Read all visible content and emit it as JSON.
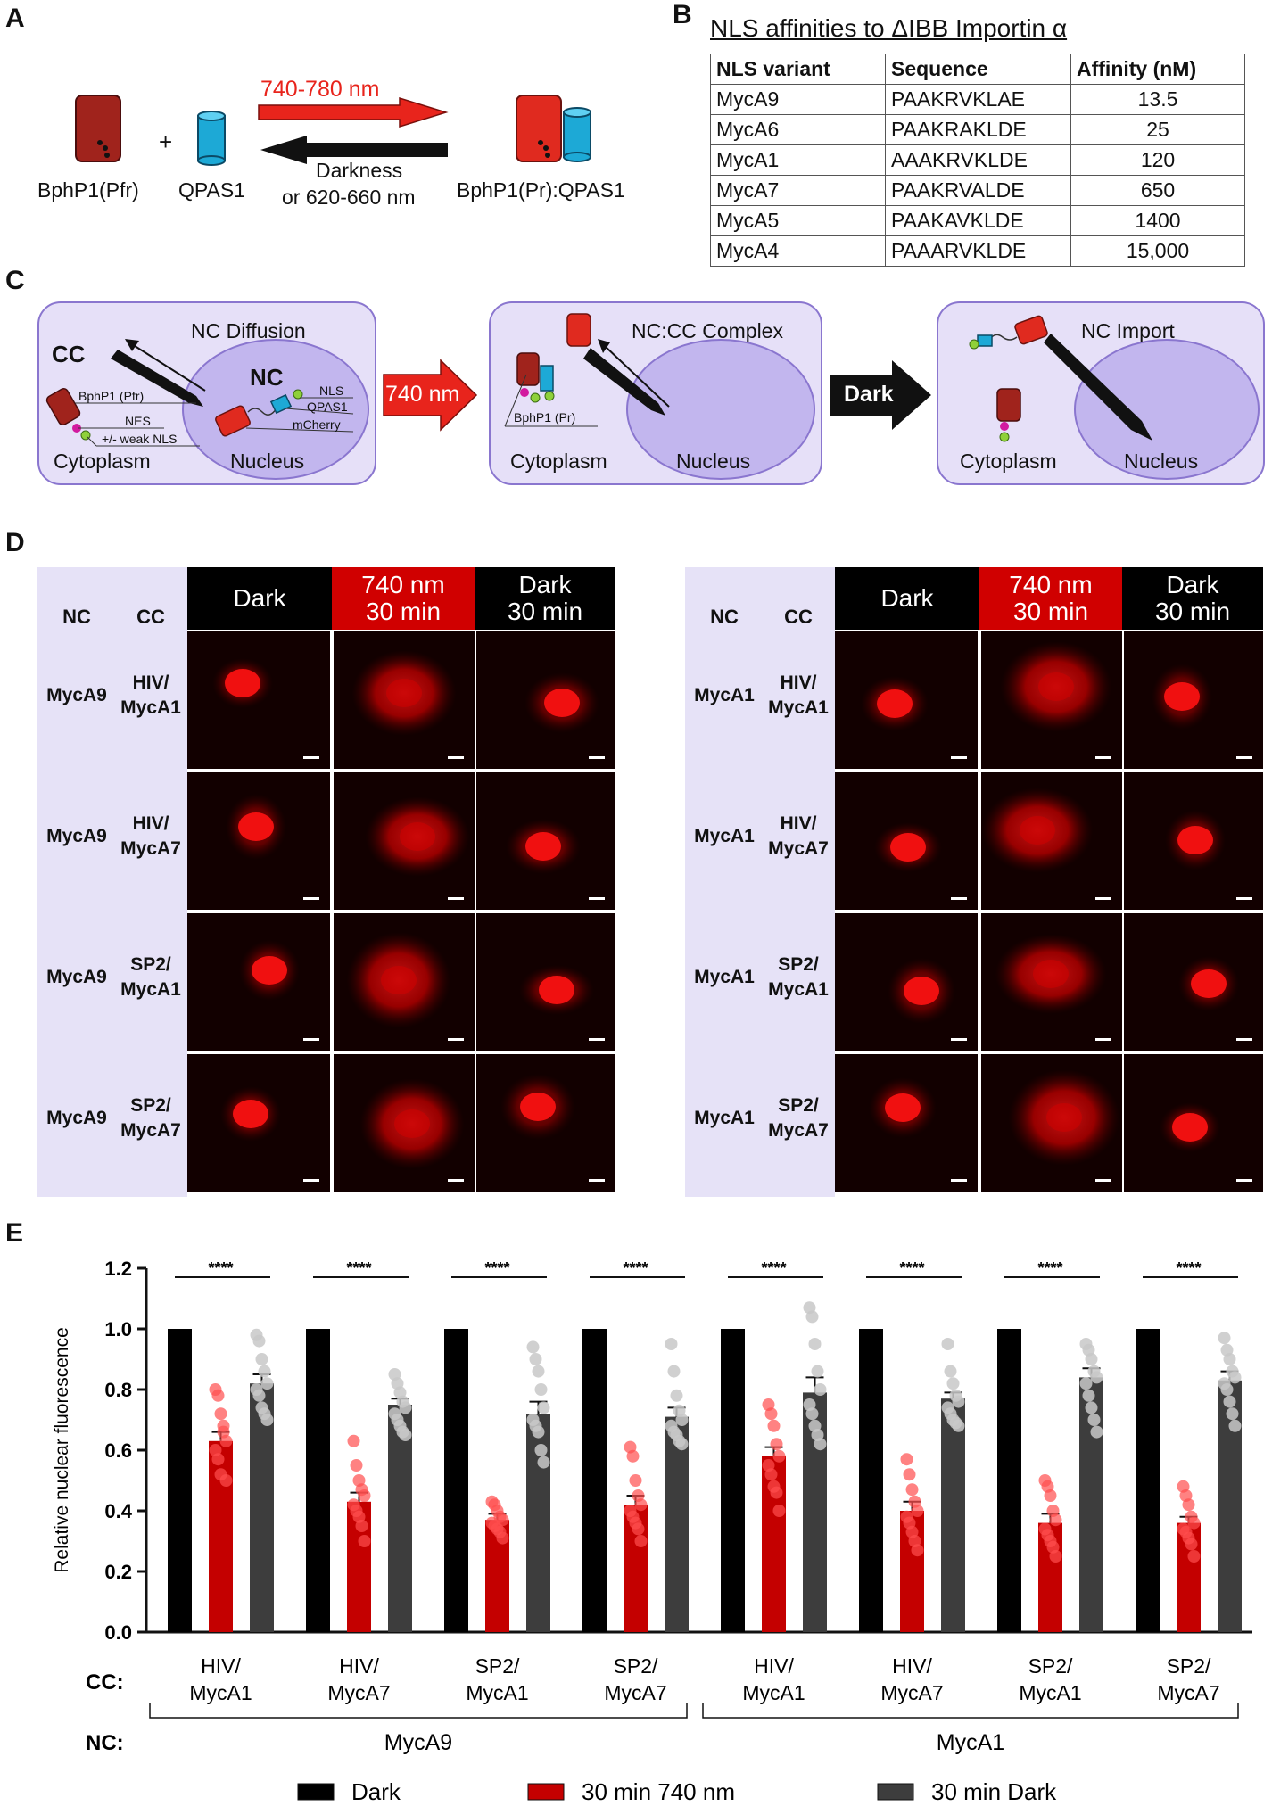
{
  "panels": {
    "a": "A",
    "b": "B",
    "c": "C",
    "d": "D",
    "e": "E"
  },
  "panel_a": {
    "wavelength_forward": "740-780 nm",
    "reverse_line1": "Darkness",
    "reverse_line2": "or 620-660 nm",
    "plus": "+",
    "left_protein": "BphP1(Pfr)",
    "middle_protein": "QPAS1",
    "right_complex": "BphP1(Pr):QPAS1",
    "colors": {
      "bphp1_pfr": "#a0231c",
      "bphp1_pr": "#e02a1f",
      "qpas1": "#1da9d6",
      "red_arrow": "#e8241c"
    }
  },
  "panel_b": {
    "title": "NLS affinities to ΔIBB Importin α",
    "headers": [
      "NLS variant",
      "Sequence",
      "Affinity (nM)"
    ],
    "rows": [
      [
        "MycA9",
        "PAAKRVKLAE",
        "13.5"
      ],
      [
        "MycA6",
        "PAAKRAKLDE",
        "25"
      ],
      [
        "MycA1",
        "AAAKRVKLDE",
        "120"
      ],
      [
        "MycA7",
        "PAAKRVALDE",
        "650"
      ],
      [
        "MycA5",
        "PAAKAVKLDE",
        "1400"
      ],
      [
        "MycA4",
        "PAAARVKLDE",
        "15,000"
      ]
    ]
  },
  "panel_c": {
    "s1_diffusion": "NC Diffusion",
    "s1_cc": "CC",
    "s1_nc": "NC",
    "s1_bphp1": "BphP1 (Pfr)",
    "s1_nes": "NES",
    "s1_weak": "+/- weak NLS",
    "s1_nls": "NLS",
    "s1_qpas1": "QPAS1",
    "s1_mcherry": "mCherry",
    "cytoplasm": "Cytoplasm",
    "nucleus": "Nucleus",
    "arrow1": "740 nm",
    "s2_complex": "NC:CC Complex",
    "s2_bphp1": "BphP1 (Pr)",
    "arrow2": "Dark",
    "s3_import": "NC Import",
    "colors": {
      "cell": "#e6e0f8",
      "nucleus": "#c2b6ee",
      "border": "#8a76cf"
    }
  },
  "panel_d": {
    "col_nc": "NC",
    "col_cc": "CC",
    "h_dark": "Dark",
    "h_740_1": "740 nm",
    "h_740_2": "30 min",
    "h_dark30_1": "Dark",
    "h_dark30_2": "30 min",
    "left_rows": [
      {
        "nc": "MycA9",
        "cc1": "HIV/",
        "cc2": "MycA1"
      },
      {
        "nc": "MycA9",
        "cc1": "HIV/",
        "cc2": "MycA7"
      },
      {
        "nc": "MycA9",
        "cc1": "SP2/",
        "cc2": "MycA1"
      },
      {
        "nc": "MycA9",
        "cc1": "SP2/",
        "cc2": "MycA7"
      }
    ],
    "right_rows": [
      {
        "nc": "MycA1",
        "cc1": "HIV/",
        "cc2": "MycA1"
      },
      {
        "nc": "MycA1",
        "cc1": "HIV/",
        "cc2": "MycA7"
      },
      {
        "nc": "MycA1",
        "cc1": "SP2/",
        "cc2": "MycA1"
      },
      {
        "nc": "MycA1",
        "cc1": "SP2/",
        "cc2": "MycA7"
      }
    ]
  },
  "panel_e": {
    "cc_label": "CC:",
    "nc_label": "NC:",
    "nc_groups": [
      "MycA9",
      "MycA1"
    ],
    "significance": "****",
    "legend": [
      "Dark",
      "30 min 740 nm",
      "30 min Dark"
    ]
  },
  "chart_data": {
    "type": "bar",
    "title": "",
    "ylabel": "Relative nuclear fluorescence",
    "xlabel": "",
    "ylim": [
      0,
      1.2
    ],
    "yticks": [
      "0.0",
      "0.2",
      "0.4",
      "0.6",
      "0.8",
      "1.0",
      "1.2"
    ],
    "categories": [
      [
        "HIV/",
        "MycA1"
      ],
      [
        "HIV/",
        "MycA7"
      ],
      [
        "SP2/",
        "MycA1"
      ],
      [
        "SP2/",
        "MycA7"
      ],
      [
        "HIV/",
        "MycA1"
      ],
      [
        "HIV/",
        "MycA7"
      ],
      [
        "SP2/",
        "MycA1"
      ],
      [
        "SP2/",
        "MycA7"
      ]
    ],
    "series": [
      {
        "name": "Dark",
        "values": [
          1.0,
          1.0,
          1.0,
          1.0,
          1.0,
          1.0,
          1.0,
          1.0
        ],
        "color": "#000000"
      },
      {
        "name": "30 min 740 nm",
        "values": [
          0.63,
          0.43,
          0.37,
          0.42,
          0.58,
          0.4,
          0.36,
          0.36
        ],
        "errors": [
          0.03,
          0.03,
          0.02,
          0.03,
          0.03,
          0.03,
          0.03,
          0.02
        ],
        "color": "#c40000"
      },
      {
        "name": "30 min Dark",
        "values": [
          0.82,
          0.75,
          0.72,
          0.71,
          0.79,
          0.77,
          0.84,
          0.83
        ],
        "errors": [
          0.03,
          0.02,
          0.04,
          0.03,
          0.05,
          0.02,
          0.03,
          0.03
        ],
        "color": "#3d3d3d"
      }
    ],
    "points_740": [
      [
        0.8,
        0.78,
        0.72,
        0.68,
        0.63,
        0.6,
        0.57,
        0.52,
        0.66,
        0.5
      ],
      [
        0.63,
        0.55,
        0.5,
        0.47,
        0.45,
        0.42,
        0.4,
        0.38,
        0.35,
        0.3
      ],
      [
        0.43,
        0.42,
        0.4,
        0.38,
        0.37,
        0.36,
        0.35,
        0.34,
        0.33,
        0.31
      ],
      [
        0.61,
        0.58,
        0.5,
        0.45,
        0.42,
        0.4,
        0.38,
        0.36,
        0.34,
        0.3
      ],
      [
        0.75,
        0.72,
        0.68,
        0.62,
        0.58,
        0.55,
        0.52,
        0.48,
        0.46,
        0.4
      ],
      [
        0.57,
        0.52,
        0.47,
        0.43,
        0.4,
        0.38,
        0.36,
        0.33,
        0.3,
        0.27
      ],
      [
        0.5,
        0.48,
        0.45,
        0.4,
        0.37,
        0.34,
        0.32,
        0.3,
        0.28,
        0.25
      ],
      [
        0.48,
        0.45,
        0.42,
        0.38,
        0.36,
        0.34,
        0.33,
        0.31,
        0.29,
        0.25
      ]
    ],
    "points_dark30": [
      [
        0.98,
        0.96,
        0.9,
        0.86,
        0.82,
        0.8,
        0.78,
        0.74,
        0.72,
        0.7
      ],
      [
        0.85,
        0.82,
        0.79,
        0.76,
        0.74,
        0.72,
        0.7,
        0.68,
        0.66,
        0.65
      ],
      [
        0.94,
        0.9,
        0.86,
        0.8,
        0.74,
        0.7,
        0.68,
        0.66,
        0.6,
        0.56
      ],
      [
        0.95,
        0.86,
        0.78,
        0.73,
        0.7,
        0.68,
        0.66,
        0.65,
        0.63,
        0.62
      ],
      [
        1.07,
        1.04,
        0.95,
        0.86,
        0.8,
        0.75,
        0.72,
        0.68,
        0.65,
        0.62
      ],
      [
        0.95,
        0.86,
        0.82,
        0.78,
        0.76,
        0.74,
        0.72,
        0.7,
        0.69,
        0.68
      ],
      [
        0.95,
        0.93,
        0.9,
        0.86,
        0.84,
        0.82,
        0.78,
        0.74,
        0.7,
        0.66
      ],
      [
        0.97,
        0.93,
        0.9,
        0.86,
        0.84,
        0.82,
        0.8,
        0.76,
        0.72,
        0.68
      ]
    ]
  }
}
